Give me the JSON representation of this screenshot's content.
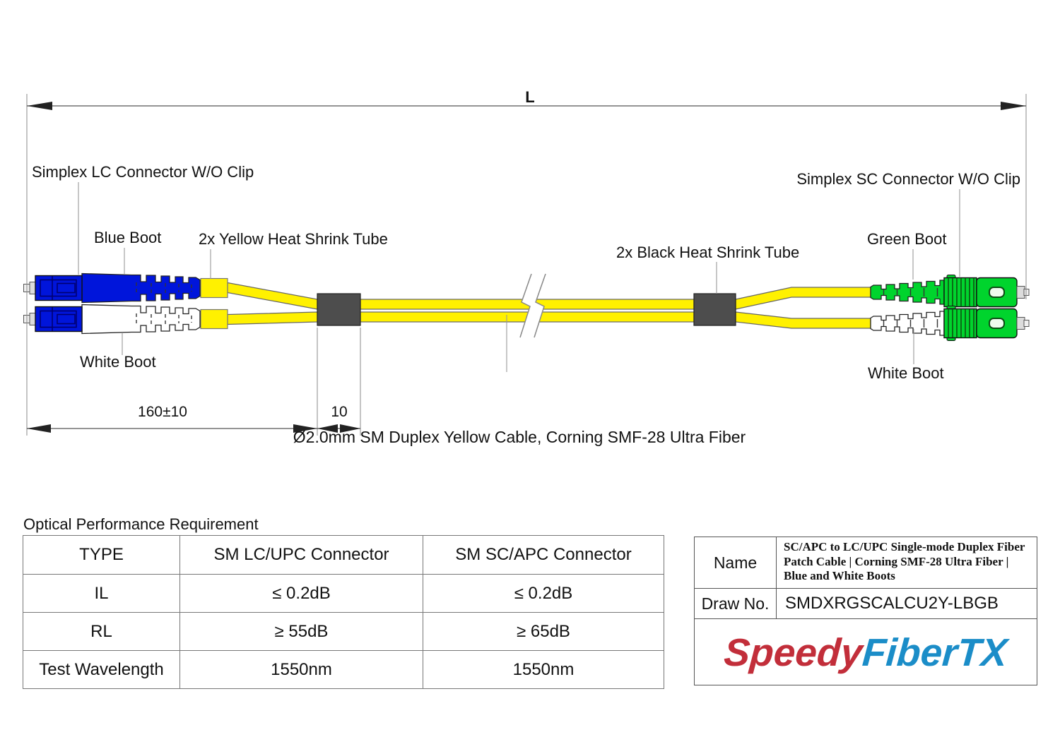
{
  "colors": {
    "blue": "#0015DB",
    "green": "#00D42D",
    "green_dark": "#0A6B16",
    "yellow": "#FFF100",
    "tube": "#4D4D4D",
    "white": "#FFFFFF",
    "logo_red": "#C22E3A",
    "logo_blue": "#1B8DC8"
  },
  "diagram": {
    "overall_dim_label": "L",
    "labels": {
      "lc_connector": "Simplex LC Connector W/O Clip",
      "blue_boot": "Blue Boot",
      "yellow_shrink": "2x Yellow Heat Shrink Tube",
      "white_boot_left": "White Boot",
      "black_shrink": "2x Black Heat Shrink Tube",
      "green_boot": "Green Boot",
      "sc_connector": "Simplex SC Connector W/O Clip",
      "white_boot_right": "White Boot"
    },
    "dimensions": {
      "boot_length": "160±10",
      "tube_length": "10"
    },
    "cable_note": "Ø2.0mm SM Duplex Yellow Cable, Corning SMF-28 Ultra Fiber"
  },
  "performance_table": {
    "title": "Optical Performance Requirement",
    "headers": [
      "TYPE",
      "SM LC/UPC Connector",
      "SM SC/APC Connector"
    ],
    "rows": [
      [
        "IL",
        "≤ 0.2dB",
        "≤ 0.2dB"
      ],
      [
        "RL",
        "≥ 55dB",
        "≥ 65dB"
      ],
      [
        "Test Wavelength",
        "1550nm",
        "1550nm"
      ]
    ]
  },
  "info_table": {
    "name_label": "Name",
    "name_value": "SC/APC to LC/UPC Single-mode Duplex Fiber Patch Cable | Corning SMF-28 Ultra Fiber | Blue and White Boots",
    "drawno_label": "Draw No.",
    "drawno_value": "SMDXRGSCALCU2Y-LBGB",
    "logo": {
      "part1": "Speedy",
      "part2": "FiberTX"
    }
  }
}
